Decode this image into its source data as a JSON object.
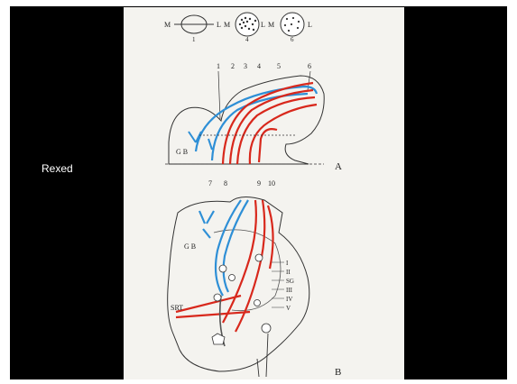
{
  "slide": {
    "caption": "Rexed"
  },
  "figure": {
    "top_key": {
      "labels": [
        "M",
        "L",
        "M",
        "L",
        "M",
        "L"
      ],
      "numbers": [
        "1",
        "4",
        "6"
      ]
    },
    "panel_a": {
      "label": "A",
      "region": "G B",
      "top_numbers": [
        "1",
        "2",
        "3",
        "4",
        "5",
        "6"
      ],
      "bottom_numbers": [
        "7",
        "8",
        "9",
        "10"
      ]
    },
    "panel_b": {
      "label": "B",
      "region": "G B",
      "laminae": [
        "I",
        "II",
        "SG",
        "III",
        "IV",
        "V"
      ],
      "tract": "SRT"
    },
    "colors": {
      "blue": "#2e8fd6",
      "red": "#d8281c",
      "line": "#333333",
      "bg": "#f4f3ef"
    }
  }
}
